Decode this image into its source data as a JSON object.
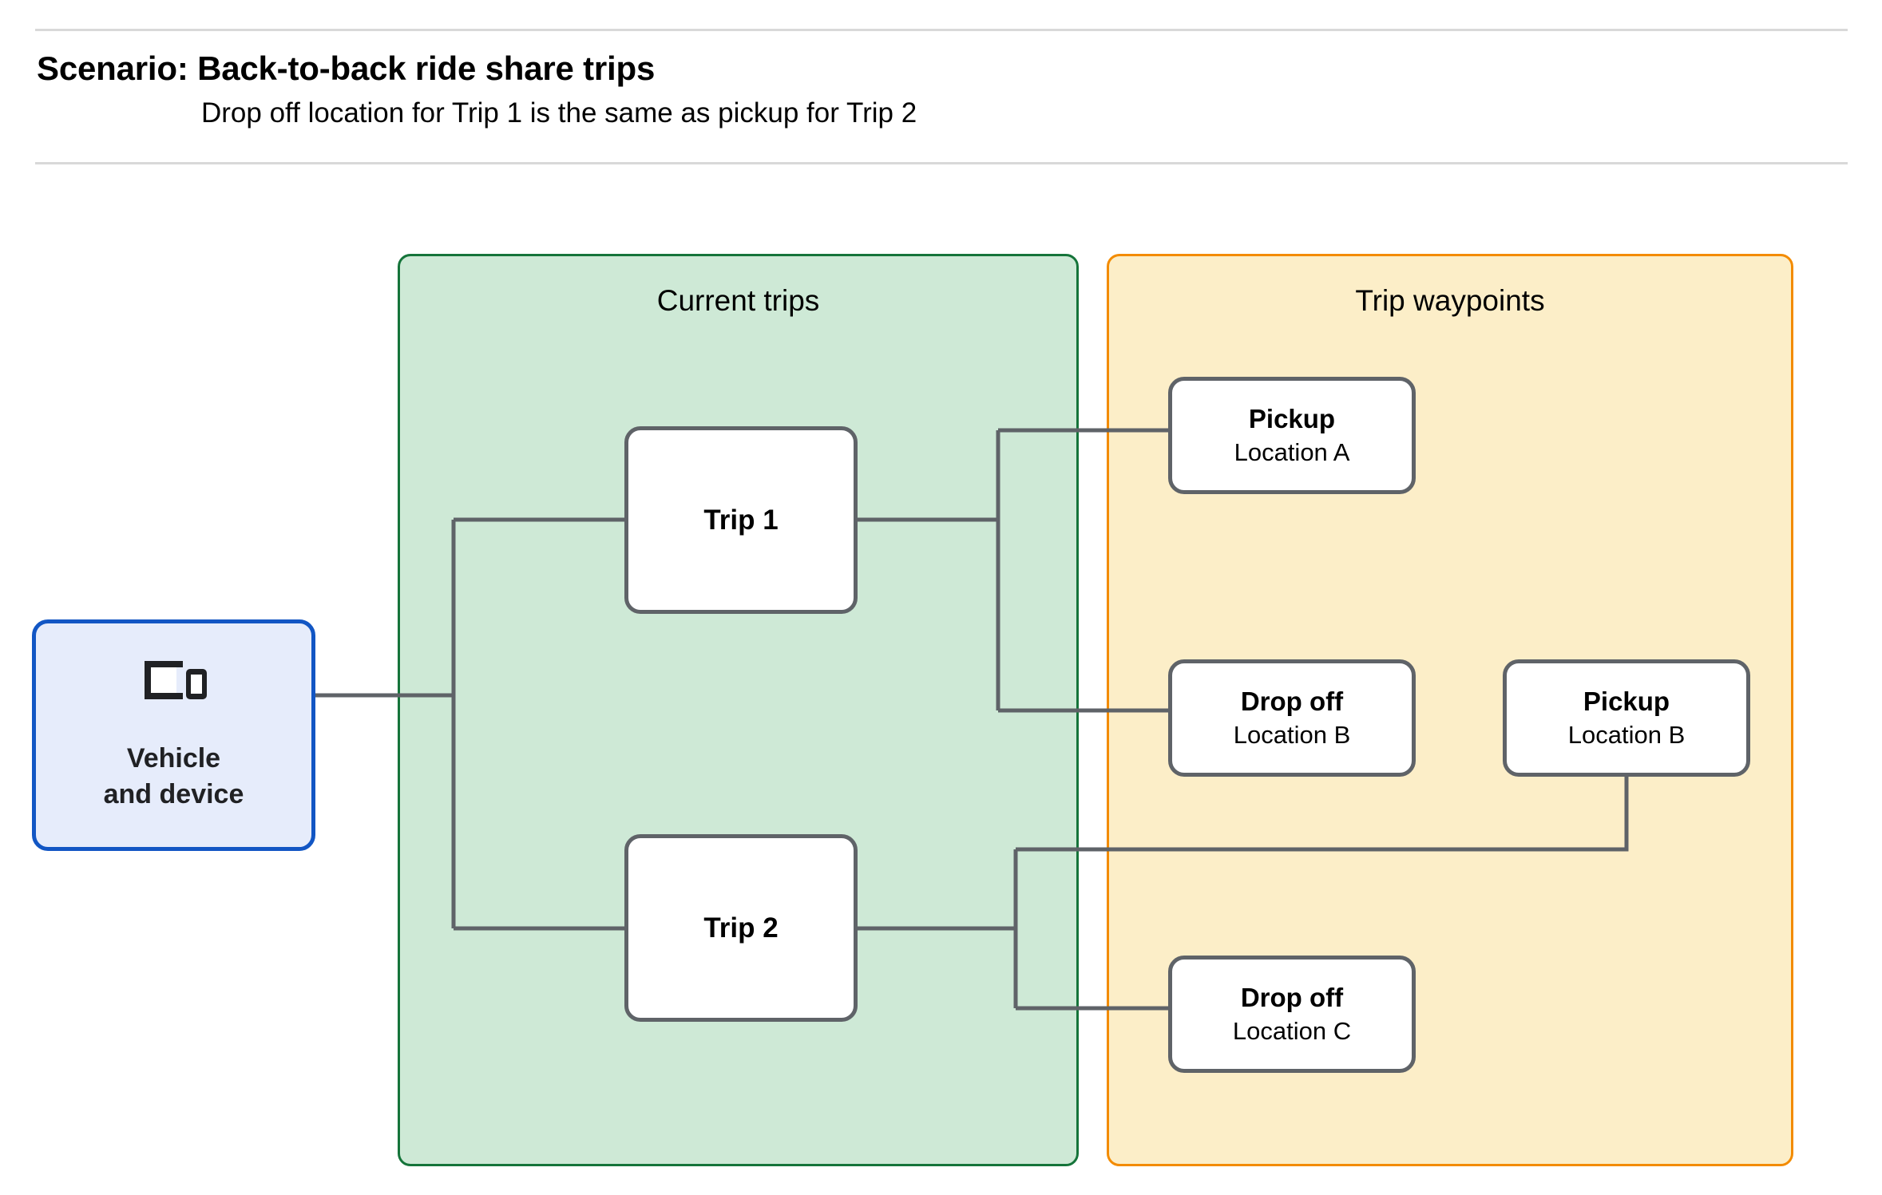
{
  "header": {
    "title": "Scenario: Back-to-back ride share trips",
    "subtitle": "Drop off  location for Trip 1 is the same as pickup for Trip 2"
  },
  "vehicle": {
    "icon": "devices-icon",
    "label": "Vehicle\nand device"
  },
  "groups": [
    {
      "id": "current-trips",
      "title": "Current trips",
      "fill": "#cee9d6",
      "border": "#15743a"
    },
    {
      "id": "trip-waypoints",
      "title": "Trip waypoints",
      "fill": "#fceec8",
      "border": "#f38b00"
    }
  ],
  "trips": [
    {
      "id": "trip-1",
      "label": "Trip 1"
    },
    {
      "id": "trip-2",
      "label": "Trip 2"
    }
  ],
  "waypoints": [
    {
      "id": "pickup-a",
      "title": "Pickup",
      "subtitle": "Location A"
    },
    {
      "id": "dropoff-b",
      "title": "Drop off",
      "subtitle": "Location B"
    },
    {
      "id": "pickup-b",
      "title": "Pickup",
      "subtitle": "Location B"
    },
    {
      "id": "dropoff-c",
      "title": "Drop off",
      "subtitle": "Location C"
    }
  ],
  "colors": {
    "connector": "#5f6368",
    "node_border": "#5f6368",
    "vehicle_fill": "#e6ecfb",
    "vehicle_border": "#1256c4",
    "group_green_fill": "#cee9d6",
    "group_green_border": "#15743a",
    "group_orange_fill": "#fceec8",
    "group_orange_border": "#f38b00",
    "rule": "#d9d9d9"
  }
}
